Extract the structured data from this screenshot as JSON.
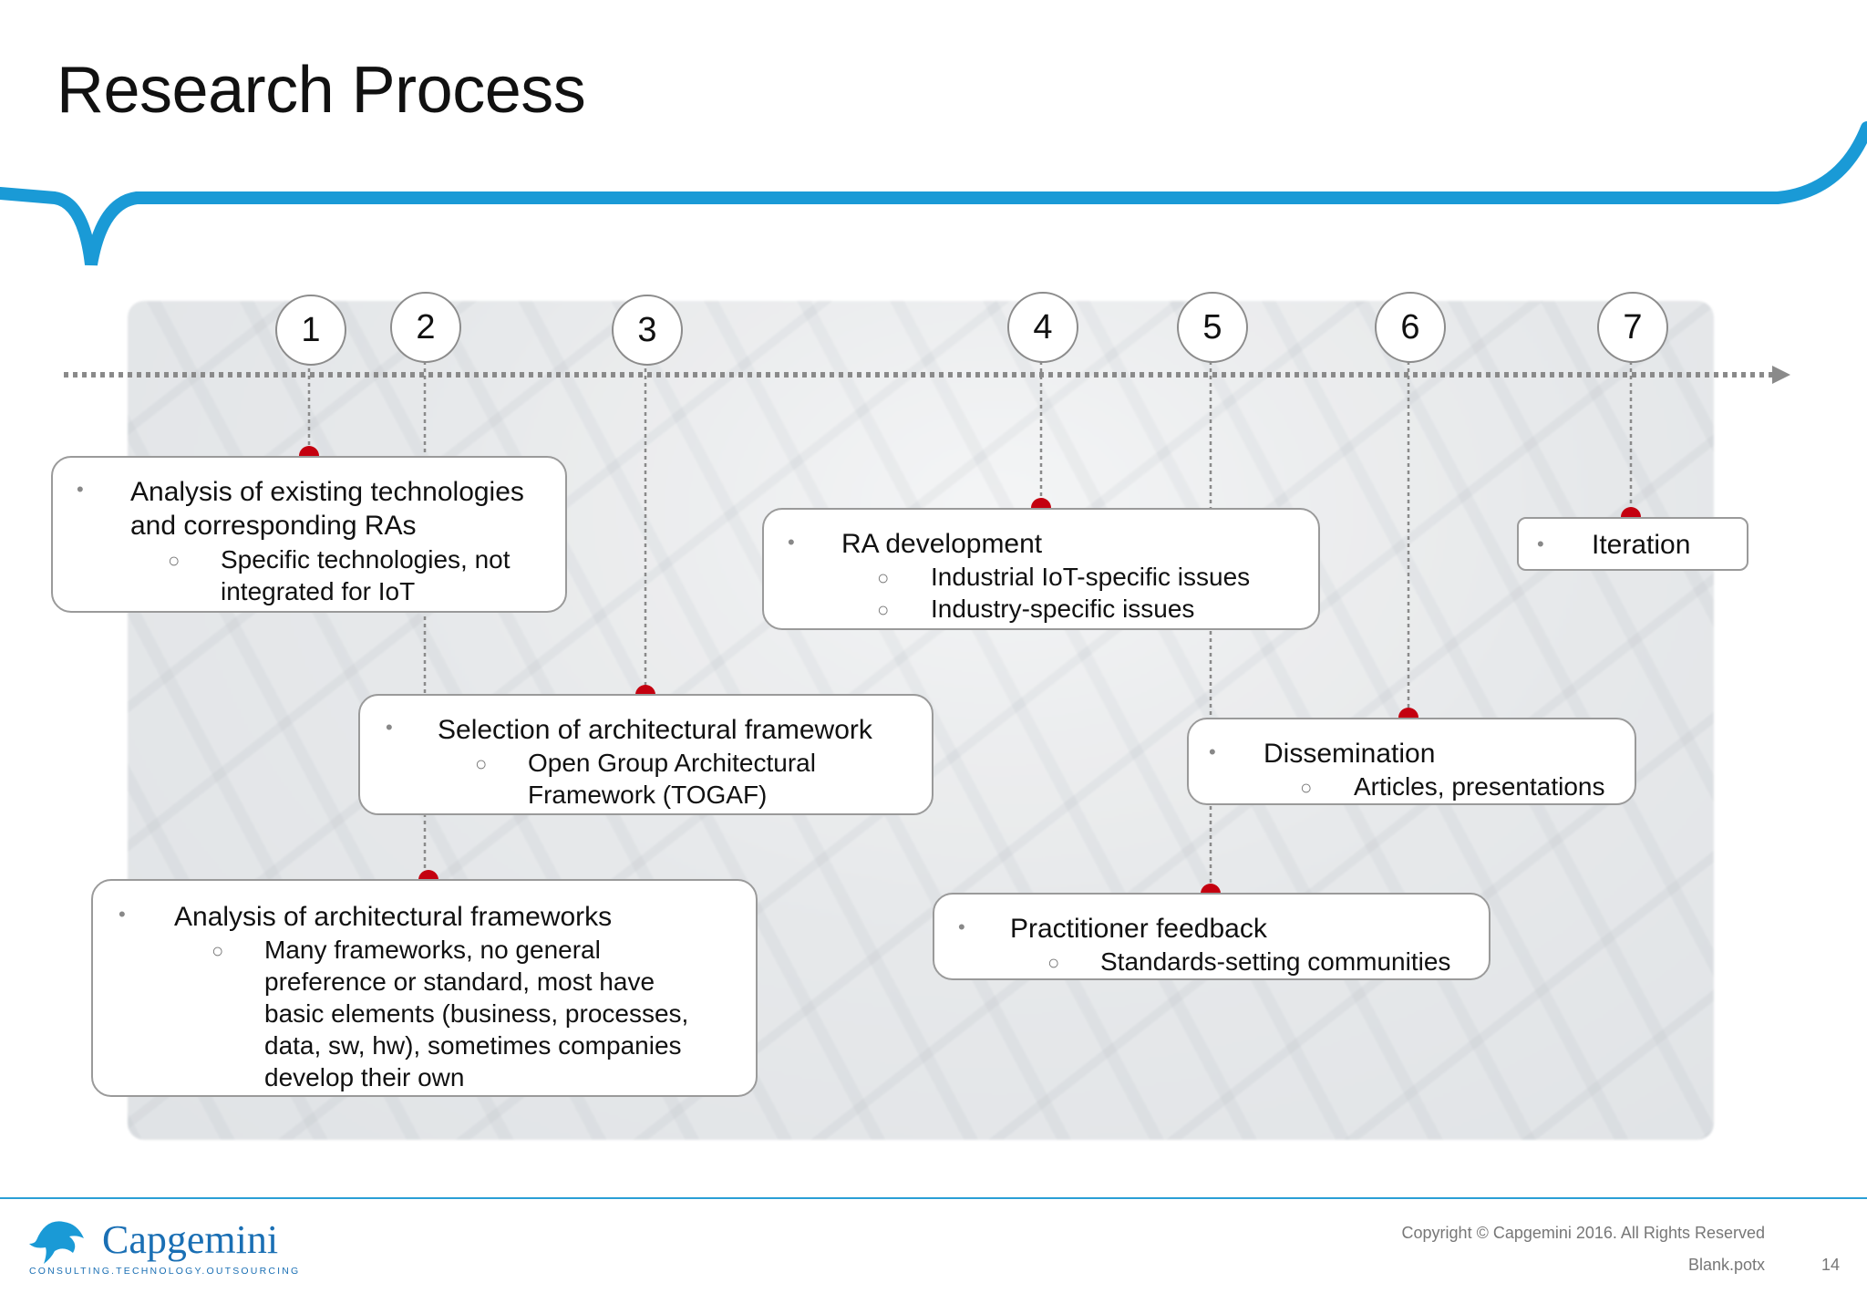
{
  "slide": {
    "title": "Research Process"
  },
  "colors": {
    "accent_blue": "#1a9ad6",
    "marker_red": "#c4000f",
    "border_gray": "#9a9a9a"
  },
  "steps": [
    "1",
    "2",
    "3",
    "4",
    "5",
    "6",
    "7"
  ],
  "boxes": {
    "analysis_tech": {
      "main": "Analysis of existing technologies and corresponding RAs",
      "main_line1": "Analysis of existing technologies",
      "main_line2": "and corresponding RAs",
      "sub_line1": "Specific technologies, not",
      "sub_line2": "integrated for IoT"
    },
    "analysis_frameworks": {
      "main": "Analysis of architectural frameworks",
      "sub_line1": "Many frameworks, no general",
      "sub_line2": "preference or standard, most have",
      "sub_line3": "basic elements (business, processes,",
      "sub_line4": "data, sw, hw), sometimes companies",
      "sub_line5": "develop their own"
    },
    "selection": {
      "main": "Selection of architectural framework",
      "sub_line1": "Open Group Architectural",
      "sub_line2": "Framework (TOGAF)"
    },
    "ra_development": {
      "main": "RA development",
      "sub1": "Industrial IoT-specific issues",
      "sub2": "Industry-specific issues"
    },
    "practitioner": {
      "main": "Practitioner feedback",
      "sub1": "Standards-setting communities"
    },
    "dissemination": {
      "main": "Dissemination",
      "sub1": "Articles, presentations"
    },
    "iteration": {
      "main": "Iteration"
    }
  },
  "bullets": {
    "dot": "•",
    "circle": "○"
  },
  "footer": {
    "logo_text": "Capgemini",
    "logo_tagline": "CONSULTING.TECHNOLOGY.OUTSOURCING",
    "copyright": "Copyright © Capgemini 2016. All Rights Reserved",
    "template": "Blank.potx",
    "page_number": "14"
  }
}
